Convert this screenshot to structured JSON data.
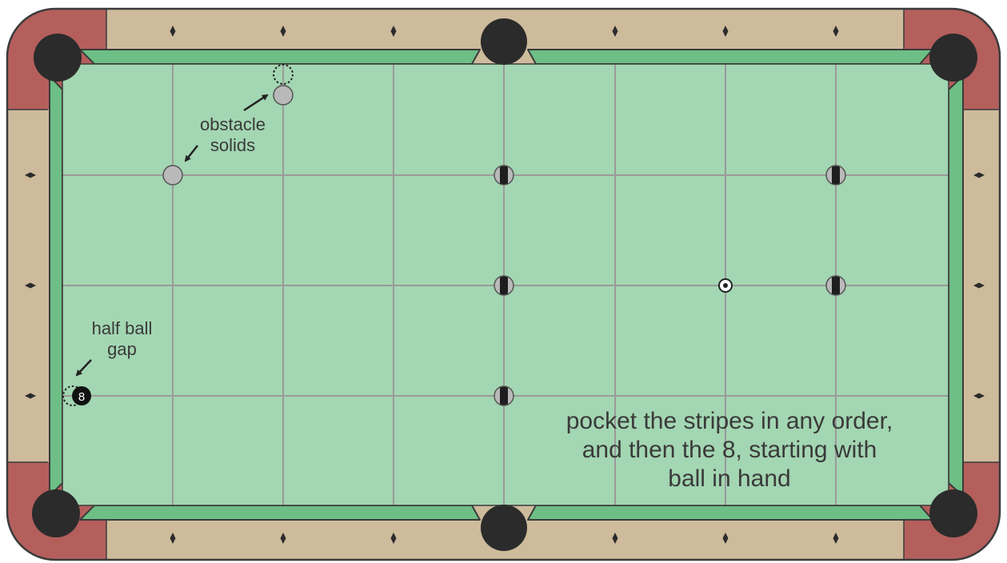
{
  "colors": {
    "felt": "#a3d6b2",
    "cushion": "#6dbf85",
    "rail_wood": "#cdbb9c",
    "corner_leather": "#b45f5c",
    "pocket": "#2b2b2b",
    "grid_line": "#9a9a9a",
    "outline": "#3b3b3b",
    "obstacle_ball": "#b9b9b9",
    "stripe_band": "#1e1e1e",
    "text": "#3a3a3a"
  },
  "balls": {
    "eight_ball_label": "8"
  },
  "annotations": {
    "obstacle_line1": "obstacle",
    "obstacle_line2": "solids",
    "gap_line1": "half ball",
    "gap_line2": "gap",
    "instruction_line1": "pocket the stripes in any order,",
    "instruction_line2": "and then the 8, starting with",
    "instruction_line3": "ball in hand"
  }
}
